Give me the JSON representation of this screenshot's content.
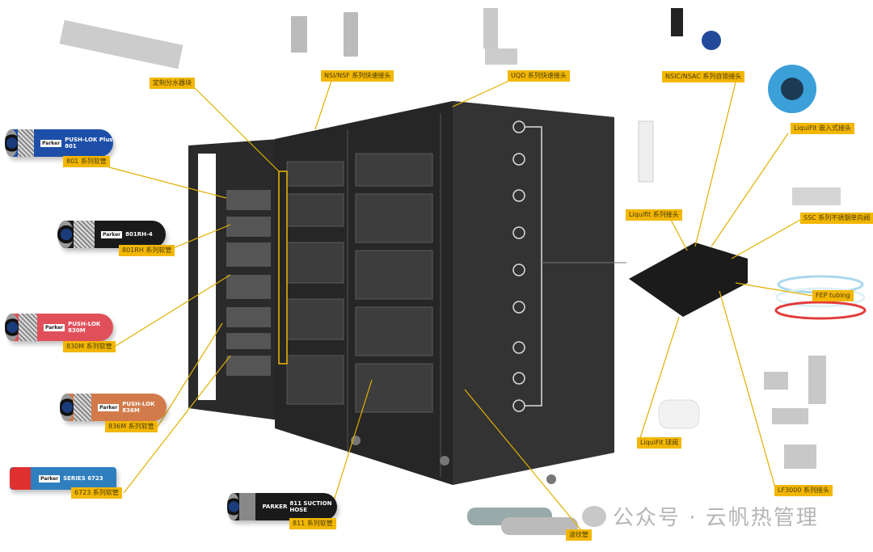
{
  "labels": {
    "manifold": "定制分水器块",
    "nsi_nsf": "NSI/NSF 系列快速接头",
    "uqd": "UQD 系列快速接头",
    "nsic_nsac": "NSIC/NSAC 系列自锁接头",
    "liquifit_push": "LiquiFit 嵌入式接头",
    "liquifit_series": "Liquifit 系列接头",
    "ssc": "SSC 系列不锈钢单向阀",
    "fep": "FEP tubing",
    "liquifit_valve": "LiquiFit 球阀",
    "lf3000": "LF3000 系列接头",
    "corrugated": "波纹管",
    "h801": "801 系列软管",
    "h801rh": "801RH 系列软管",
    "h830m": "830M 系列软管",
    "h836m": "836M 系列软管",
    "h6723": "6723 系列软管",
    "h811": "811 系列软管"
  },
  "hoses": {
    "h801": {
      "brand": "Parker",
      "text": "PUSH-LOK Plus 801",
      "color": "#1d4fa8"
    },
    "h801rh": {
      "brand": "Parker",
      "text": "801RH-4",
      "color": "#1a1a1a"
    },
    "h830m": {
      "brand": "Parker",
      "text": "PUSH-LOK 830M",
      "color": "#e0505a"
    },
    "h836m": {
      "brand": "Parker",
      "text": "PUSH-LOK 836M",
      "color": "#d27a4a"
    },
    "h6723": {
      "brand": "Parker",
      "text": "SERIES 6723",
      "color": "#2f7fbf"
    },
    "h811": {
      "brand": "PARKER",
      "text": "811 SUCTION HOSE",
      "color": "#1a1a1a"
    }
  },
  "watermark": "公众号 · 云帆热管理",
  "colors": {
    "label": "#f2b705",
    "cabinet": "#2b2b2b"
  }
}
